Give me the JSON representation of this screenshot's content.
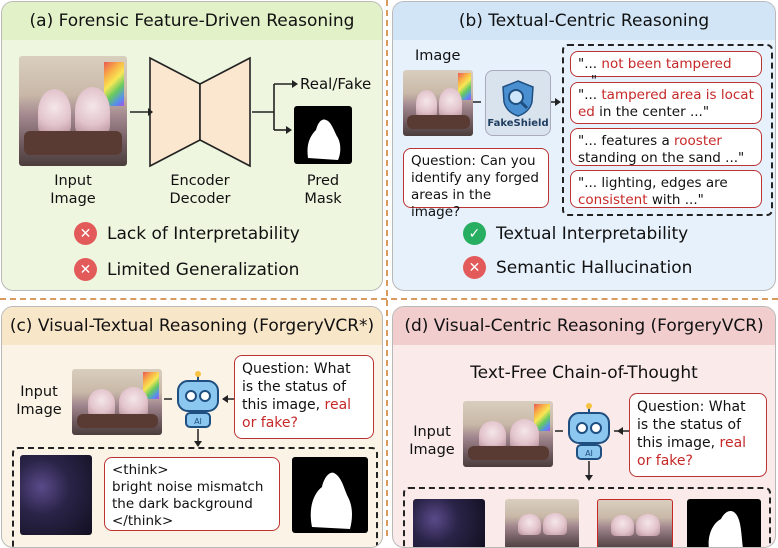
{
  "panel_a": {
    "title": "(a) Forensic Feature-Driven Reasoning",
    "output_label": "Real/Fake",
    "input_label_1": "Input",
    "input_label_2": "Image",
    "encoder_label_1": "Encoder",
    "encoder_label_2": "Decoder",
    "pred_label_1": "Pred",
    "pred_label_2": "Mask",
    "con_1": "Lack of Interpretability",
    "con_2": "Limited Generalization"
  },
  "panel_b": {
    "title": "(b) Textual-Centric Reasoning",
    "image_label": "Image",
    "badge_text": "FakeShield",
    "question": "Question: Can you identify any forged areas in the image?",
    "r1_a": "\"...",
    "r1_b": "not been tampered",
    "r1_c": "...\"",
    "r2_a": "\"...",
    "r2_b": "tampered area is locat",
    "r2_c": "ed",
    "r2_d": "in the center ...\"",
    "r3_a": "\"... features a",
    "r3_b": "rooster",
    "r3_c": "standing on the sand ...\"",
    "r4_a": "\"... lighting, edges are",
    "r4_b": "consistent",
    "r4_c": "with ...\"",
    "pro": "Textual Interpretability",
    "con": "Semantic Hallucination"
  },
  "panel_c": {
    "title": "(c) Visual-Textual Reasoning (ForgeryVCR*)",
    "input_label_1": "Input",
    "input_label_2": "Image",
    "q_a": "Question: What is the status of this image,",
    "q_b": "real or fake?",
    "think_open": "<think>",
    "think_body": "bright noise mismatch the dark background",
    "think_close": "</think>"
  },
  "panel_d": {
    "title": "(d) Visual-Centric Reasoning (ForgeryVCR)",
    "subtitle": "Text-Free Chain-of-Thought",
    "input_label_1": "Input",
    "input_label_2": "Image",
    "q_a": "Question: What is the status of this image,",
    "q_b": "real or fake?"
  },
  "robot_text": "AI",
  "colors": {
    "red": "#c62828",
    "green": "#27ae60",
    "cross": "#e35a5a"
  }
}
